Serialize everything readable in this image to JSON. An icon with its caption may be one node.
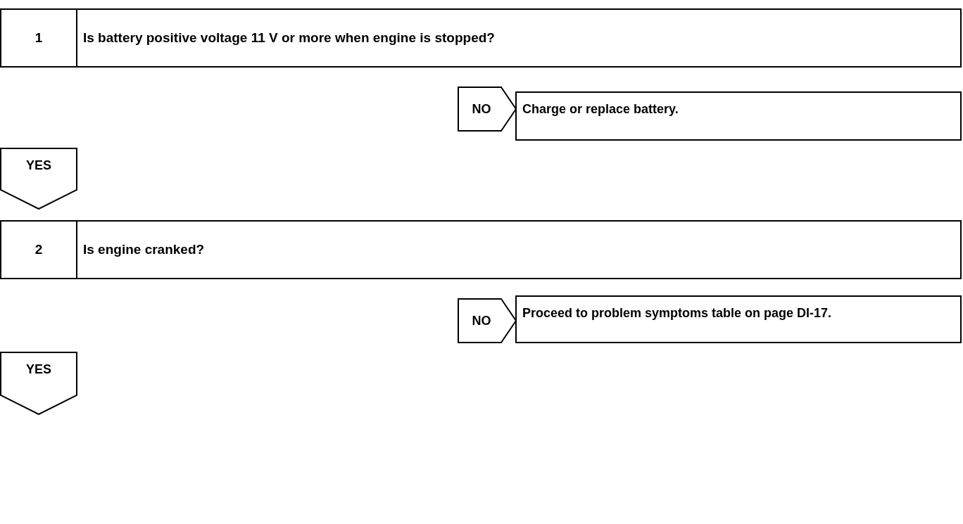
{
  "diagram": {
    "nodes": [
      {
        "text": [
          "1",
          "Is battery positive voltage 11 V or more when engine is stopped?"
        ]
      },
      {
        "text": [
          "Charge or replace battery."
        ]
      },
      {
        "text": [
          "YES"
        ]
      },
      {
        "text": [
          "2",
          "Is engine cranked?"
        ]
      },
      {
        "text": [
          "Proceed to problem symptoms table on page DI-17."
        ]
      },
      {
        "text": [
          "YES"
        ]
      }
    ],
    "edges": [
      {
        "from": 0,
        "to": 1,
        "arrow": "to",
        "label": "NO"
      },
      {
        "from": 3,
        "to": 4,
        "arrow": "to",
        "label": "NO"
      }
    ]
  }
}
